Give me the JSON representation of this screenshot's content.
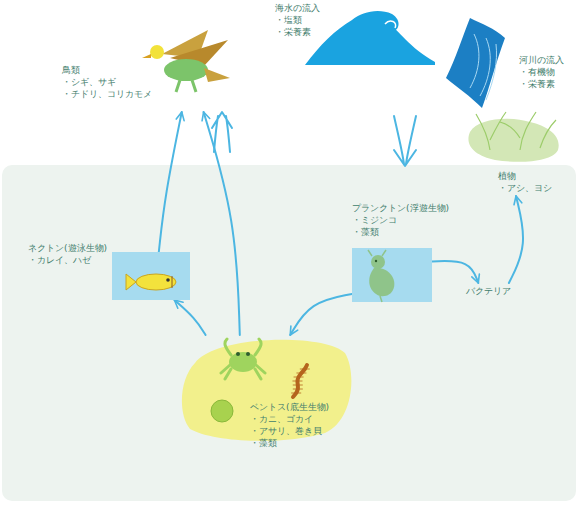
{
  "diagram": {
    "nodes": [
      {
        "text": [
          "鳥類",
          "・シギ、サギ",
          "・チドリ、コリカモメ"
        ]
      },
      {
        "text": [
          "海水の流入",
          "・塩類",
          "・栄養素"
        ]
      },
      {
        "text": [
          "河川の流入",
          "・有機物",
          "・栄養素"
        ]
      },
      {
        "text": [
          "植物",
          "・アシ、ヨシ"
        ]
      },
      {
        "text": [
          "ネクトン(遊泳生物)",
          "・カレイ、ハゼ"
        ]
      },
      {
        "text": [
          "プランクトン(浮遊生物)",
          "・ミジンコ",
          "・藻類"
        ]
      },
      {
        "text": [
          "バクテリア"
        ]
      },
      {
        "text": [
          "ベントス(底生生物)",
          "・カニ、ゴカイ",
          "・アサリ、巻き貝",
          "・藻類"
        ]
      }
    ],
    "edges": [
      {
        "from": 4,
        "to": 0,
        "arrow": "to"
      },
      {
        "from": 7,
        "to": 0,
        "arrow": "to"
      },
      {
        "from": 7,
        "to": 4,
        "arrow": "to"
      },
      {
        "from": 5,
        "to": 7,
        "arrow": "to"
      },
      {
        "from": 5,
        "to": 6,
        "arrow": "to"
      },
      {
        "from": 6,
        "to": 3,
        "arrow": "to"
      }
    ]
  }
}
